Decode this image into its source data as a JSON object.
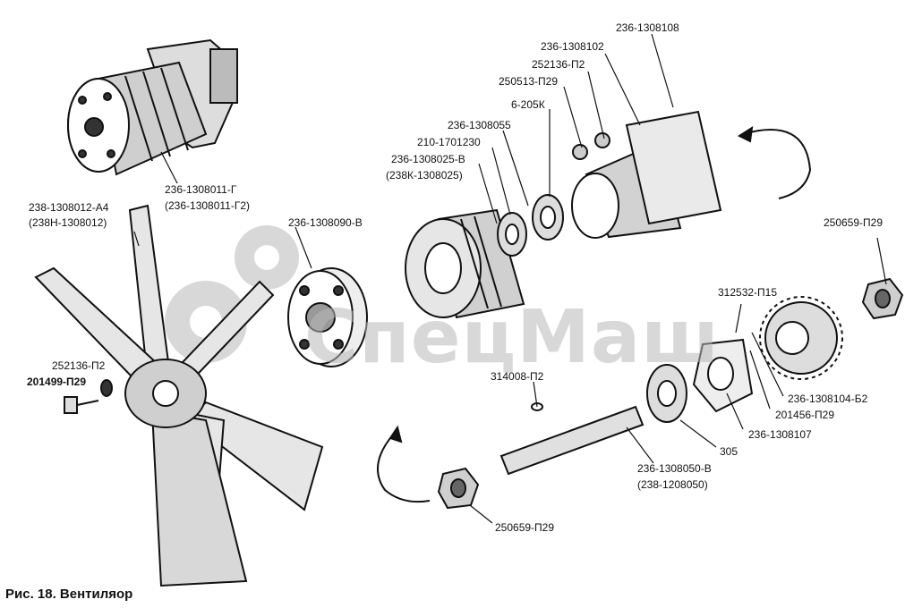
{
  "caption": "Рис. 18. Вентиляор",
  "watermark_text": "СпецМаш",
  "labels": {
    "l1": "236-1308108",
    "l2": "236-1308102",
    "l3": "252136-П2",
    "l4": "250513-П29",
    "l5": "6-205К",
    "l6": "236-1308055",
    "l7": "210-1701230",
    "l8": "236-1308025-В",
    "l9": "(238К-1308025)",
    "l10": "236-1308011-Г",
    "l11": "(236-1308011-Г2)",
    "l12": "238-1308012-А4",
    "l13": "(238Н-1308012)",
    "l14": "236-1308090-В",
    "l15": "250659-П29",
    "l16": "312532-П15",
    "l17": "314008-П2",
    "l18": "252136-П2",
    "l19": "201499-П29",
    "l20": "236-1308104-Б2",
    "l21": "201456-П29",
    "l22": "236-1308107",
    "l23": "305",
    "l24": "236-1308050-В",
    "l25": "(238-1208050)",
    "l26": "250659-П29"
  }
}
